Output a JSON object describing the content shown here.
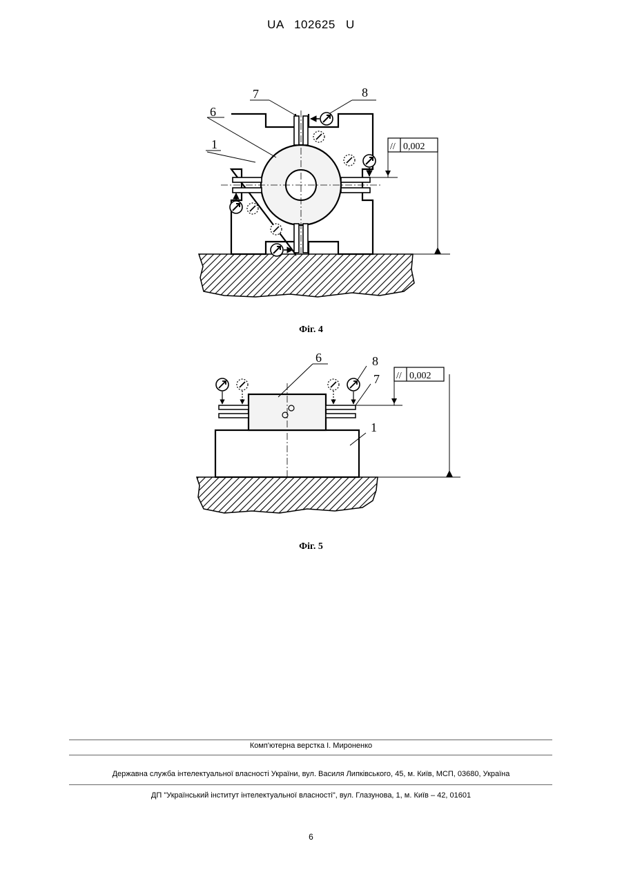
{
  "header": {
    "patent_number": "UA   102625   U"
  },
  "figures": [
    {
      "caption": "Фіг. 4",
      "labels": {
        "part_body": "1",
        "part_ring": "6",
        "part_plate": "7",
        "part_indicator": "8"
      },
      "tolerance": {
        "symbol": "//",
        "value": "0,002"
      }
    },
    {
      "caption": "Фіг. 5",
      "labels": {
        "part_body": "1",
        "part_ring": "6",
        "part_plate": "7",
        "part_indicator": "8"
      },
      "tolerance": {
        "symbol": "//",
        "value": "0,002"
      }
    }
  ],
  "footer": {
    "layout_credit": "Комп'ютерна верстка І. Мироненко",
    "office": "Державна служба інтелектуальної власності України, вул. Василя Липківського, 45, м. Київ, МСП, 03680, Україна",
    "institute": "ДП \"Український інститут інтелектуальної власності\", вул. Глазунова, 1, м. Київ – 42, 01601"
  },
  "page_number": "6"
}
